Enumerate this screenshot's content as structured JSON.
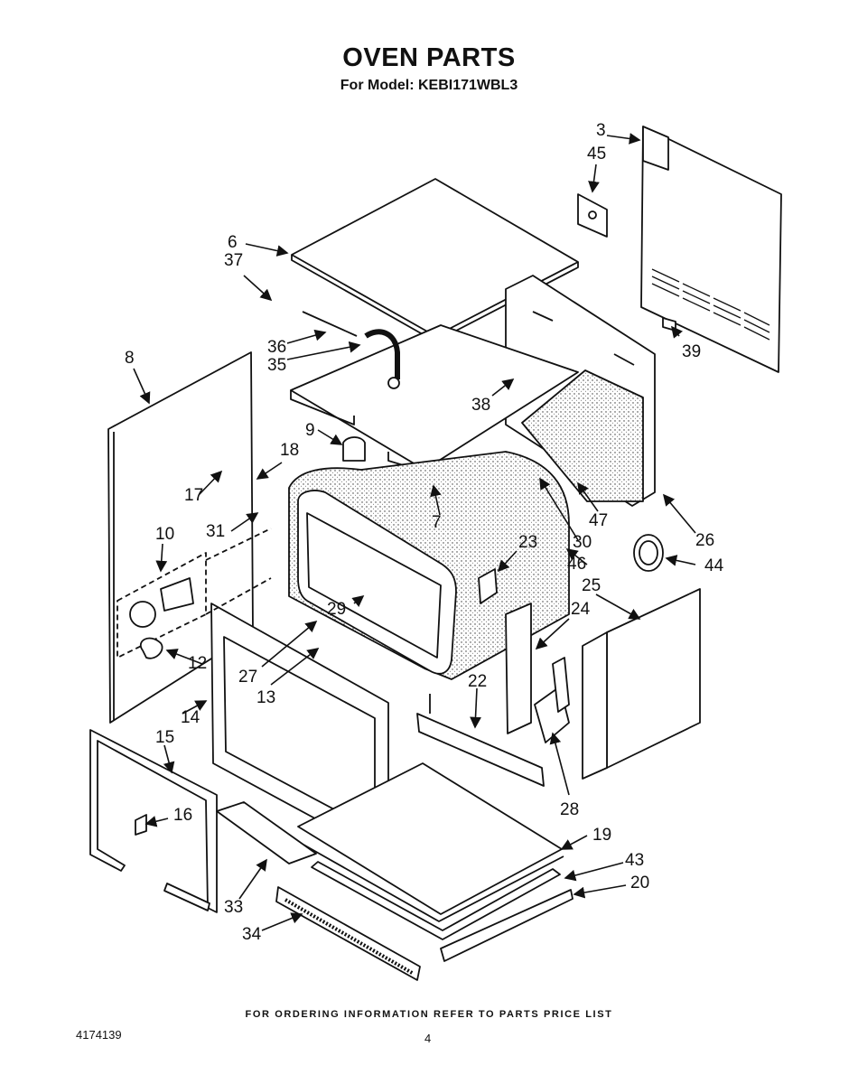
{
  "header": {
    "title": "OVEN PARTS",
    "subtitle": "For Model: KEBI171WBL3"
  },
  "callouts": [
    "3",
    "45",
    "6",
    "37",
    "39",
    "36",
    "35",
    "38",
    "8",
    "9",
    "18",
    "17",
    "7",
    "47",
    "26",
    "31",
    "30",
    "44",
    "10",
    "23",
    "46",
    "25",
    "29",
    "24",
    "12",
    "27",
    "13",
    "22",
    "14",
    "15",
    "28",
    "16",
    "19",
    "43",
    "20",
    "33",
    "34"
  ],
  "footer": {
    "ordering_note": "FOR ORDERING INFORMATION REFER TO PARTS PRICE LIST",
    "document_number": "4174139",
    "page_number": "4"
  }
}
